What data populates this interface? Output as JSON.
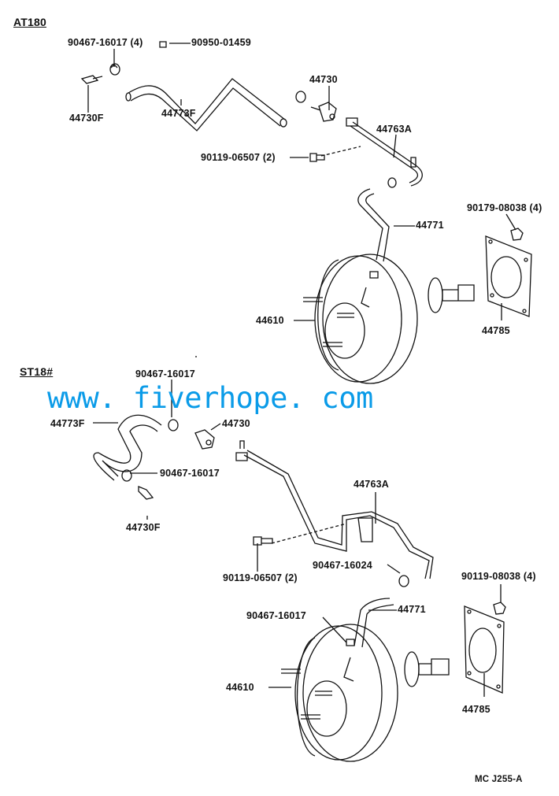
{
  "sections": {
    "top": {
      "title": "AT180",
      "labels": {
        "clamp": "90467-16017 (4)",
        "bolt_small": "90950-01459",
        "connector_f": "44730F",
        "hose_f": "44773F",
        "check_valve": "44730",
        "pipe": "44763A",
        "bolt": "90119-06507 (2)",
        "hose": "44771",
        "nut": "90179-08038 (4)",
        "booster": "44610",
        "gasket": "44785"
      }
    },
    "bottom": {
      "title": "ST18#",
      "labels": {
        "clamp_top": "90467-16017",
        "check_valve": "44730",
        "hose_f": "44773F",
        "clamp_mid": "90467-16017",
        "connector_f": "44730F",
        "pipe": "44763A",
        "bolt": "90119-06507 (2)",
        "clamp_pipe": "90467-16024",
        "nut": "90119-08038 (4)",
        "hose": "44771",
        "clamp_booster": "90467-16017",
        "booster": "44610",
        "gasket": "44785"
      }
    }
  },
  "watermark": "www. fiverhope. com",
  "diagram_code": "MC J255-A",
  "colors": {
    "line": "#111111",
    "watermark": "#0a9be8"
  }
}
